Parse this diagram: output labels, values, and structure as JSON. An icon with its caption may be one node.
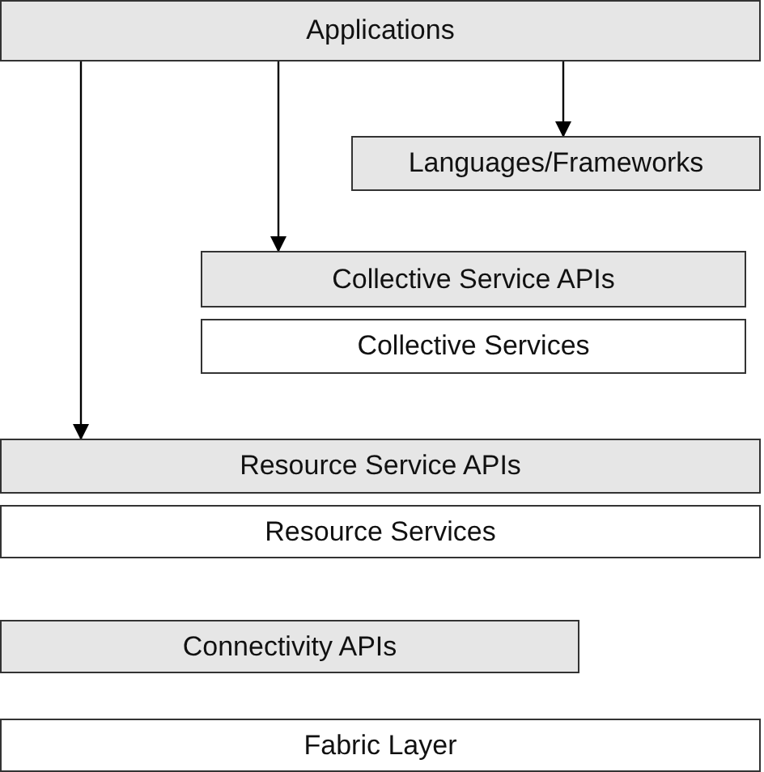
{
  "diagram": {
    "nodes": [
      {
        "text": [
          "Applications"
        ]
      },
      {
        "text": [
          "Languages/Frameworks"
        ]
      },
      {
        "text": [
          "Collective Service APIs"
        ]
      },
      {
        "text": [
          "Collective Services"
        ]
      },
      {
        "text": [
          "Resource Service APIs"
        ]
      },
      {
        "text": [
          "Resource Services"
        ]
      },
      {
        "text": [
          "Connectivity APIs"
        ]
      },
      {
        "text": [
          "Fabric Layer"
        ]
      }
    ],
    "edges": [
      {
        "from": 0,
        "to": 1,
        "arrow": "to"
      },
      {
        "from": 0,
        "to": 2,
        "arrow": "to"
      },
      {
        "from": 0,
        "to": 4,
        "arrow": "to"
      }
    ]
  }
}
